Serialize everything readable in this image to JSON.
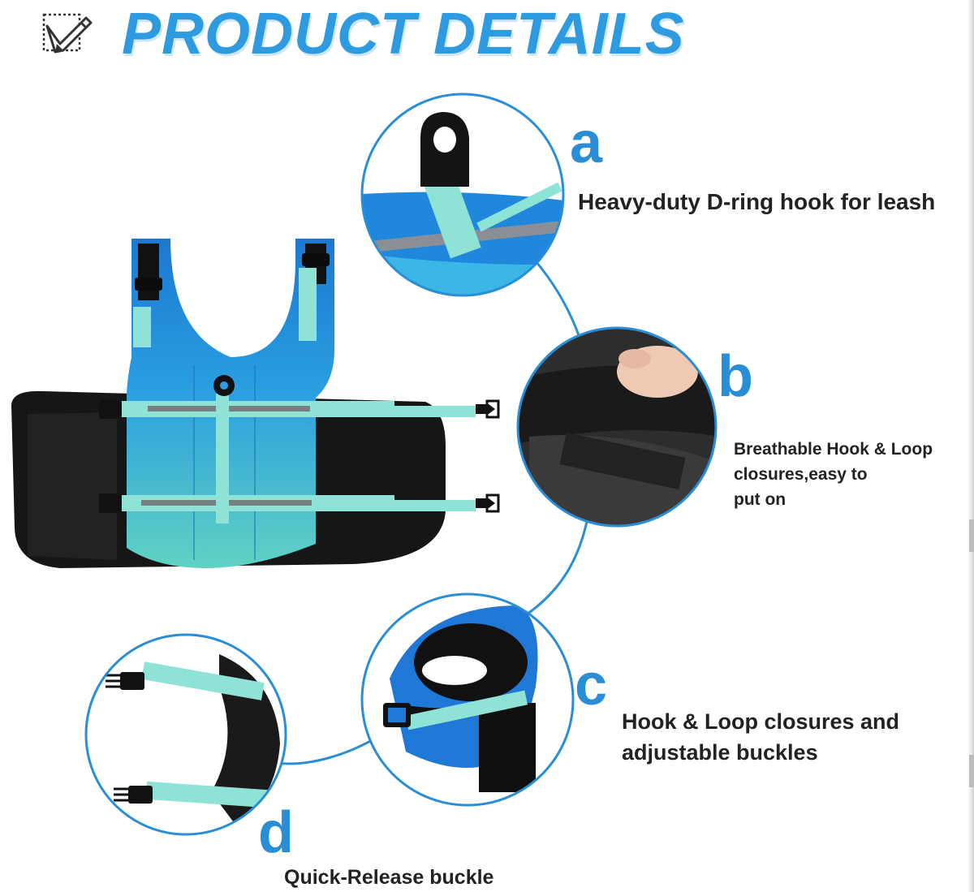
{
  "header": {
    "title": "PRODUCT DETAILS"
  },
  "colors": {
    "accent_blue": "#2e9be0",
    "vest_blue": "#1f80d6",
    "vest_teal": "#5fd1c4",
    "strap_aqua": "#8fe3d6",
    "belly_black": "#161616"
  },
  "icons": {
    "header_icon": "pencil-edit-icon"
  },
  "features": [
    {
      "letter": "a",
      "text": "Heavy-duty D-ring hook for leash"
    },
    {
      "letter": "b",
      "text": "Breathable Hook & Loop\nclosures,easy to\nput on"
    },
    {
      "letter": "c",
      "text": "Hook & Loop closures and\nadjustable buckles"
    },
    {
      "letter": "d",
      "text": "Quick-Release buckle"
    }
  ]
}
